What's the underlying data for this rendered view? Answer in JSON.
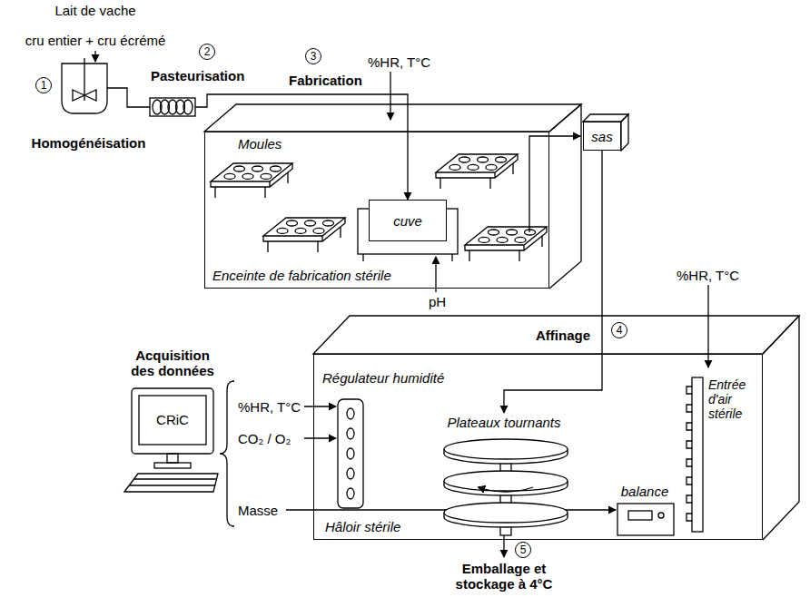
{
  "diagram": {
    "nodes": [
      {
        "text": [
          "Homogénéisation"
        ]
      },
      {
        "text": [
          "Pasteurisation"
        ]
      },
      {
        "text": [
          "Enceinte de fabrication stérile"
        ]
      },
      {
        "text": [
          "cuve"
        ],
        "in": 2
      },
      {
        "text": [
          "sas"
        ]
      },
      {
        "text": [
          "Hâloir stérile"
        ]
      },
      {
        "text": [
          "Régulateur humidité"
        ],
        "in": 5
      },
      {
        "text": [
          "Plateaux tournants"
        ],
        "in": 5
      },
      {
        "text": [
          "balance"
        ],
        "in": 5
      },
      {
        "text": [
          "Entrée d'air stérile"
        ],
        "in": 5
      },
      {
        "text": [
          "CRiC"
        ]
      }
    ],
    "edges": [
      {
        "from": 0,
        "to": 1,
        "arrow": "none"
      },
      {
        "from": 1,
        "to": 3,
        "arrow": "to"
      },
      {
        "from": 4,
        "to": 7,
        "arrow": "to"
      }
    ],
    "labels": [
      "Lait de vache",
      "cru entier + cru écrémé",
      "1",
      "2",
      "3",
      "Fabrication",
      "%HR, T°C",
      "Moules",
      "pH",
      "4",
      "Affinage",
      "%HR, T°C",
      "Acquisition des données",
      "%HR, T°C",
      "CO₂ / O₂",
      "Masse",
      "5",
      "Emballage et stockage à 4°C"
    ]
  }
}
